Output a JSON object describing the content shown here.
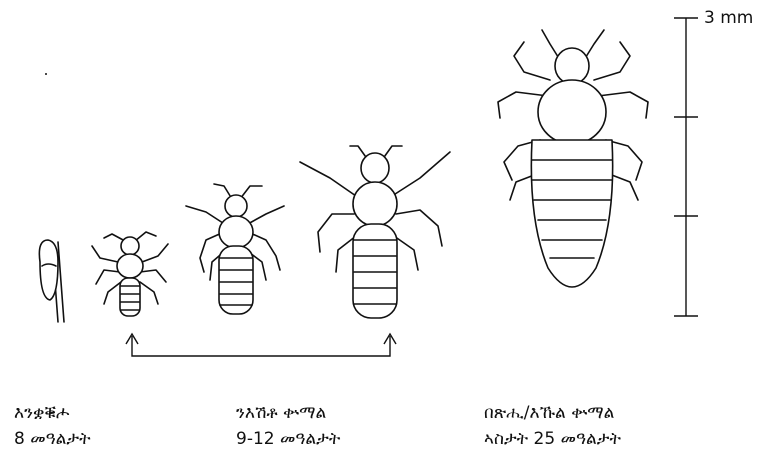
{
  "scale": {
    "unit_label": "3 mm"
  },
  "stages": [
    {
      "name": "እንቋቑሖ",
      "duration": "8 መዓልታት"
    },
    {
      "name": "ንእሽቶ ቍማል",
      "duration": "9-12 መዓልታት"
    },
    {
      "name": "በጽሒ/እኹል ቍማል",
      "duration": "ኣስታት 25 መዓልታት"
    }
  ]
}
